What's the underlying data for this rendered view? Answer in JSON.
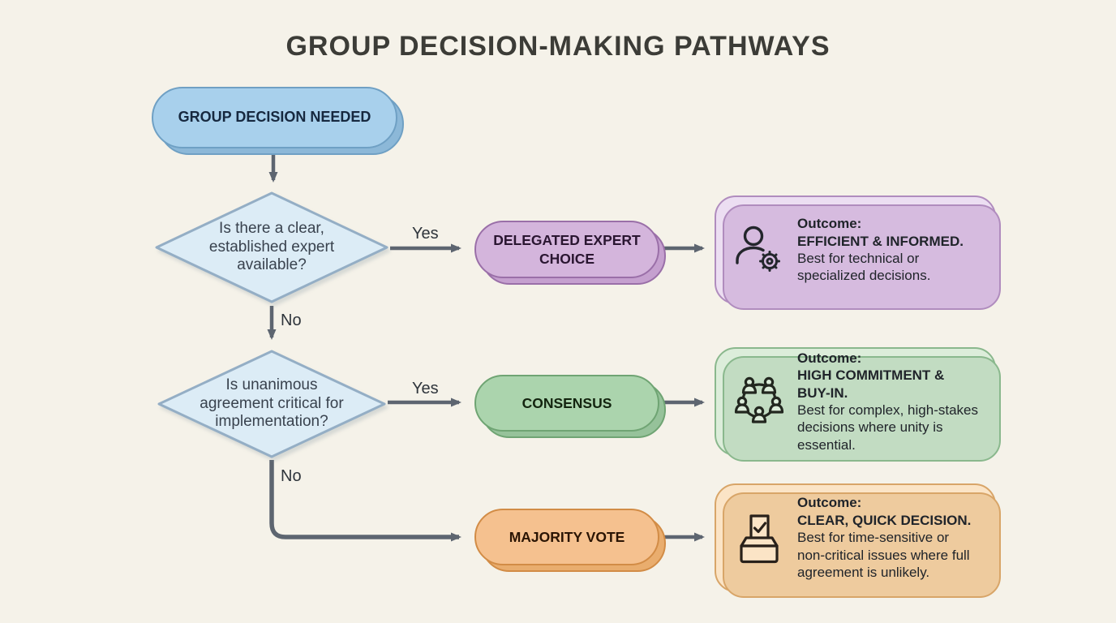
{
  "title": "GROUP DECISION-MAKING PATHWAYS",
  "start": {
    "label": "GROUP DECISION NEEDED"
  },
  "labels": {
    "yes": "Yes",
    "no": "No"
  },
  "decisions": [
    {
      "question": "Is there a clear, established expert available?"
    },
    {
      "question": "Is unanimous agreement critical for implementation?"
    }
  ],
  "paths": [
    {
      "method": "DELEGATED EXPERT CHOICE",
      "icon": "person-gear-icon",
      "outcome_heading": "Outcome:",
      "outcome_title": "EFFICIENT & INFORMED.",
      "outcome_desc": "Best for technical or specialized decisions."
    },
    {
      "method": "CONSENSUS",
      "icon": "group-circle-icon",
      "outcome_heading": "Outcome:",
      "outcome_title": "HIGH COMMITMENT & BUY-IN.",
      "outcome_desc": "Best for complex, high-stakes decisions where unity is essential."
    },
    {
      "method": "MAJORITY VOTE",
      "icon": "ballot-box-icon",
      "outcome_heading": "Outcome:",
      "outcome_title": "CLEAR, QUICK DECISION.",
      "outcome_desc": "Best for time-sensitive or non-critical issues where full agreement is unlikely."
    }
  ],
  "colors": {
    "bg": "#f5f2e9",
    "title_text": "#3c3c37",
    "arrow": "#5d6570",
    "blue_fill": "#a8d0ec",
    "blue_border": "#6fa0c4",
    "diamond_fill": "#dcecf6",
    "diamond_border": "#94aec5",
    "purple_fill": "#d4b5dc",
    "purple_border": "#9a6fa8",
    "purple_card_fill": "#ecdef2",
    "purple_card_border": "#b08cbe",
    "green_fill": "#abd4ad",
    "green_border": "#6fa473",
    "green_card_fill": "#dcedda",
    "green_card_border": "#8ab88d",
    "orange_fill": "#f5c18f",
    "orange_border": "#d28c46",
    "orange_card_fill": "#fbe4c6",
    "orange_card_border": "#d8a568"
  }
}
